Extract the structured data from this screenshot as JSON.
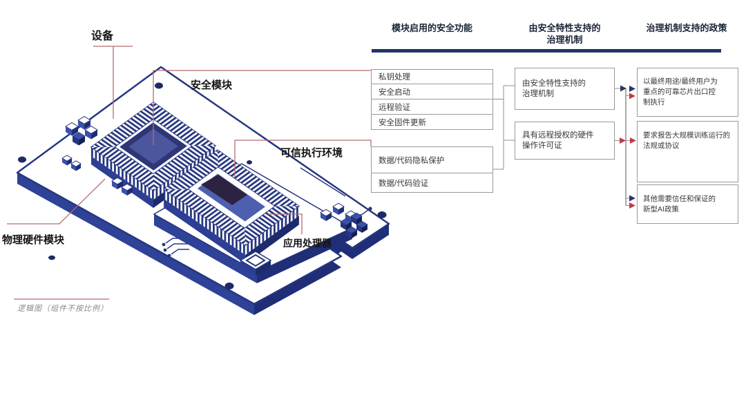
{
  "illustration": {
    "device_label": "设备",
    "security_module_label": "安全模块",
    "tee_label": "可信执行环境",
    "physical_hw_label": "物理硬件模块",
    "app_processor_label": "应用处理器",
    "caption": "逻辑图（组件不按比例）"
  },
  "headers": {
    "col1": "模块启用的安全功能",
    "col2": "由安全特性支持的\n治理机制",
    "col3": "治理机制支持的政策"
  },
  "security_functions": {
    "group1": [
      "私钥处理",
      "安全启动",
      "远程验证",
      "安全固件更新"
    ],
    "group2": [
      "数据/代码隐私保护",
      "数据/代码验证"
    ]
  },
  "governance": [
    "由安全特性支持的\n治理机制",
    "具有远程授权的硬件\n操作许可证"
  ],
  "policies": [
    "以最终用途/最终用户为\n重点的可靠芯片出口控\n制执行",
    "要求报告大规模训练运行的\n法规或协议",
    "其他需要信任和保证的\n新型AI政策"
  ],
  "colors": {
    "board_navy": "#26357f",
    "header_rule": "#1f3566",
    "arrow_blue": "#2a3564",
    "arrow_red": "#c23a48",
    "annotation_red": "#b56b6e",
    "box_border": "#999999"
  }
}
